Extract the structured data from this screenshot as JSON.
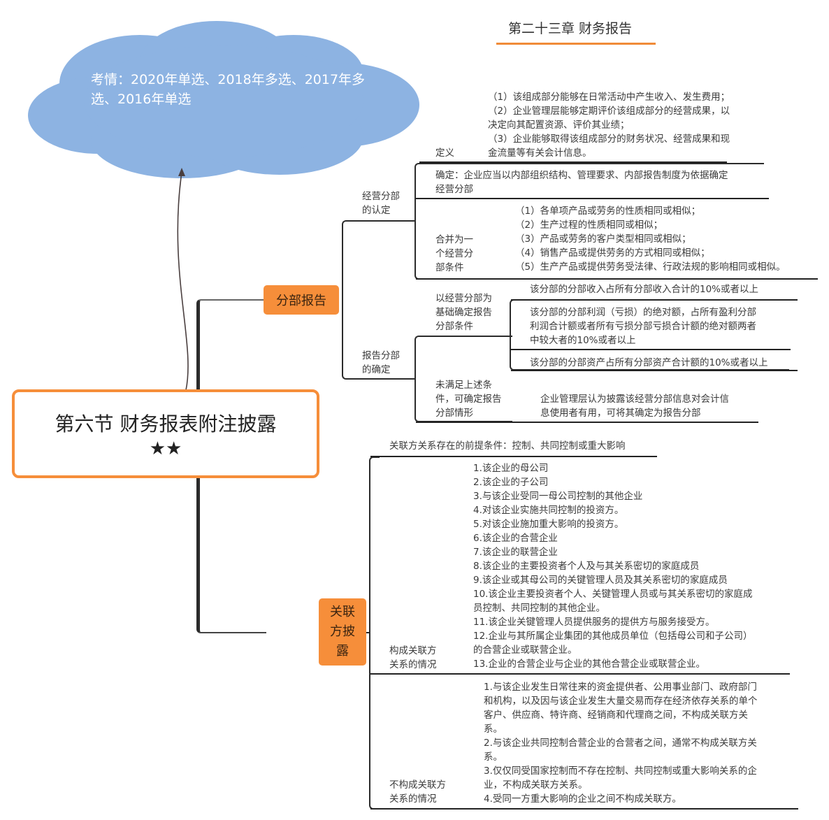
{
  "header": {
    "chapter_title": "第二十三章 财务报告"
  },
  "cloud": {
    "text": "考情：2020年单选、2018年多选、2017年多选、2016年单选",
    "color": "#8db3e2"
  },
  "center": {
    "title": "第六节 财务报表附注披露",
    "stars": "★★"
  },
  "segment_report": {
    "label": "分部报告",
    "operating_segment": {
      "label": "经营分部\n的认定",
      "definition": {
        "label": "定义",
        "text": "（1）该组成部分能够在日常活动中产生收入、发生费用；\n（2）企业管理层能够定期评价该组成部分的经营成果，以\n决定向其配置资源、评价其业绩；\n（3）企业能够取得该组成部分的财务状况、经营成果和现\n金流量等有关会计信息。"
      },
      "determination": {
        "text": "确定：企业应当以内部组织结构、管理要求、内部报告制度为依据确定\n经营分部"
      },
      "merge": {
        "label": "合并为一\n个经营分\n部条件",
        "items": [
          "（1）各单项产品或劳务的性质相同或相似；",
          "（2）生产过程的性质相同或相似；",
          "（3）产品或劳务的客户类型相同或相似；",
          "（4）销售产品或提供劳务的方式相同或相似；",
          "（5）生产产品或提供劳务受法律、行政法规的影响相同或相似。"
        ]
      }
    },
    "reporting_segment": {
      "label": "报告分部\n的确定",
      "basis": {
        "label": "以经营分部为\n基础确定报告\n分部条件",
        "items": [
          "该分部的分部收入占所有分部收入合计的10%或者以上",
          "该分部的分部利润（亏损）的绝对额，占所有盈利分部\n利润合计额或者所有亏损分部亏损合计额的绝对额两者\n中较大者的10%或者以上",
          "该分部的分部资产占所有分部资产合计额的10%或者以上"
        ]
      },
      "other": {
        "label": "未满足上述条\n件，可确定报告\n分部情形",
        "text": "企业管理层认为披露该经营分部信息对会计信\n息使用者有用，可将其确定为报告分部"
      }
    }
  },
  "related_party": {
    "label": "关联\n方披\n露",
    "premise": "关联方关系存在的前提条件：控制、共同控制或重大影响",
    "constitutes": {
      "label": "构成关联方\n关系的情况",
      "items": [
        "1.该企业的母公司",
        "2.该企业的子公司",
        "3.与该企业受同一母公司控制的其他企业",
        "4.对该企业实施共同控制的投资方。",
        "5.对该企业施加重大影响的投资方。",
        "6.该企业的合营企业",
        "7.该企业的联营企业",
        "8.该企业的主要投资者个人及与其关系密切的家庭成员",
        "9.该企业或其母公司的关键管理人员及其关系密切的家庭成员",
        "10.该企业主要投资者个人、关键管理人员或与其关系密切的家庭成\n员控制、共同控制的其他企业。",
        "11.该企业关键管理人员提供服务的提供方与服务接受方。",
        "12.企业与其所属企业集团的其他成员单位（包括母公司和子公司）\n的合营企业或联营企业。",
        "13.企业的合营企业与企业的其他合营企业或联营企业。"
      ]
    },
    "not_constitutes": {
      "label": "不构成关联方\n关系的情况",
      "items": [
        "1.与该企业发生日常往来的资金提供者、公用事业部门、政府部门\n和机构，以及因与该企业发生大量交易而存在经济依存关系的单个\n客户、供应商、特许商、经销商和代理商之间，不构成关联方关\n系。",
        "2.与该企业共同控制合营企业的合营者之间，通常不构成关联方关\n系。",
        "3.仅仅同受国家控制而不存在控制、共同控制或重大影响关系的企\n业，不构成关联方关系。",
        "4.受同一方重大影响的企业之间不构成关联方。"
      ]
    }
  },
  "colors": {
    "accent": "#f68e3a",
    "cloud": "#8db3e2",
    "line": "#222222"
  }
}
